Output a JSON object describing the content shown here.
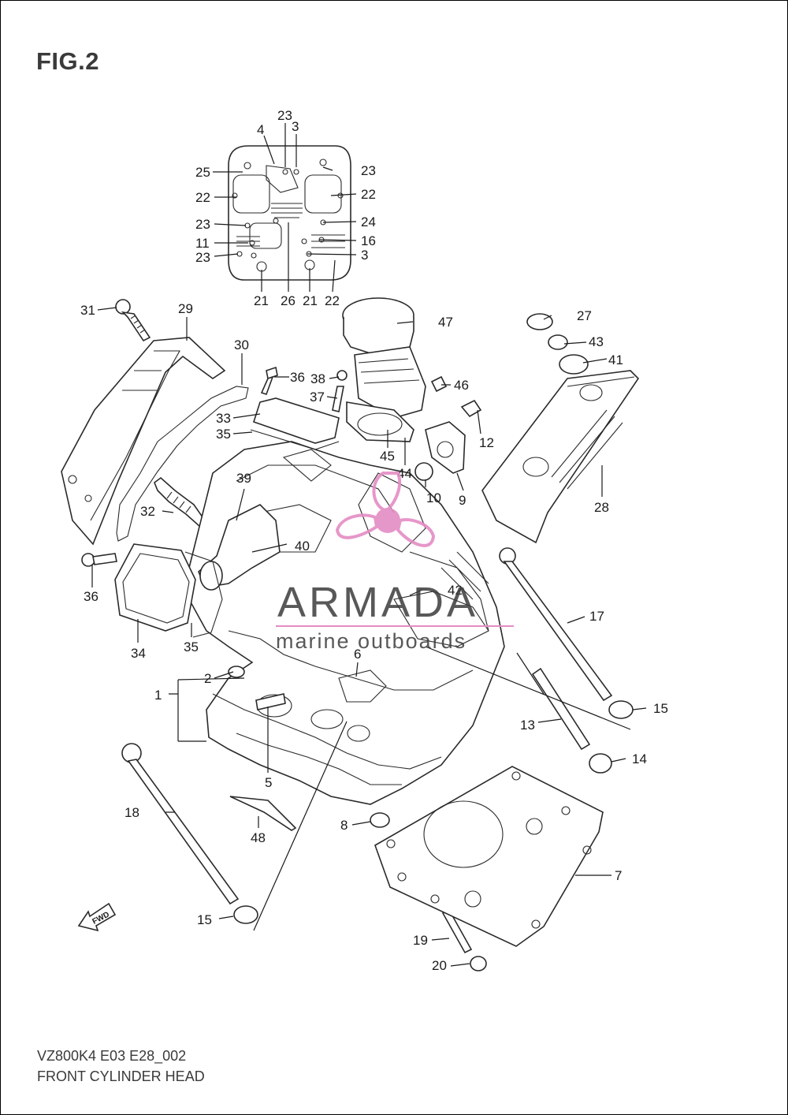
{
  "figure_title": "FIG.2",
  "footer": {
    "code": "VZ800K4 E03 E28_002",
    "caption": "FRONT CYLINDER HEAD"
  },
  "watermark": {
    "brand": "ARMADA",
    "tagline": "marine outboards",
    "accent_color": "#e48cc4"
  },
  "fwd_label": "FWD",
  "callouts": [
    "23",
    "4",
    "3",
    "25",
    "23",
    "22",
    "22",
    "23",
    "24",
    "11",
    "16",
    "23",
    "3",
    "21",
    "26",
    "21",
    "22",
    "31",
    "29",
    "30",
    "36",
    "38",
    "47",
    "27",
    "43",
    "41",
    "46",
    "37",
    "33",
    "35",
    "12",
    "45",
    "44",
    "10",
    "9",
    "28",
    "39",
    "32",
    "40",
    "36",
    "34",
    "35",
    "42",
    "17",
    "6",
    "2",
    "1",
    "15",
    "13",
    "14",
    "5",
    "18",
    "48",
    "8",
    "7",
    "15",
    "19",
    "20"
  ]
}
